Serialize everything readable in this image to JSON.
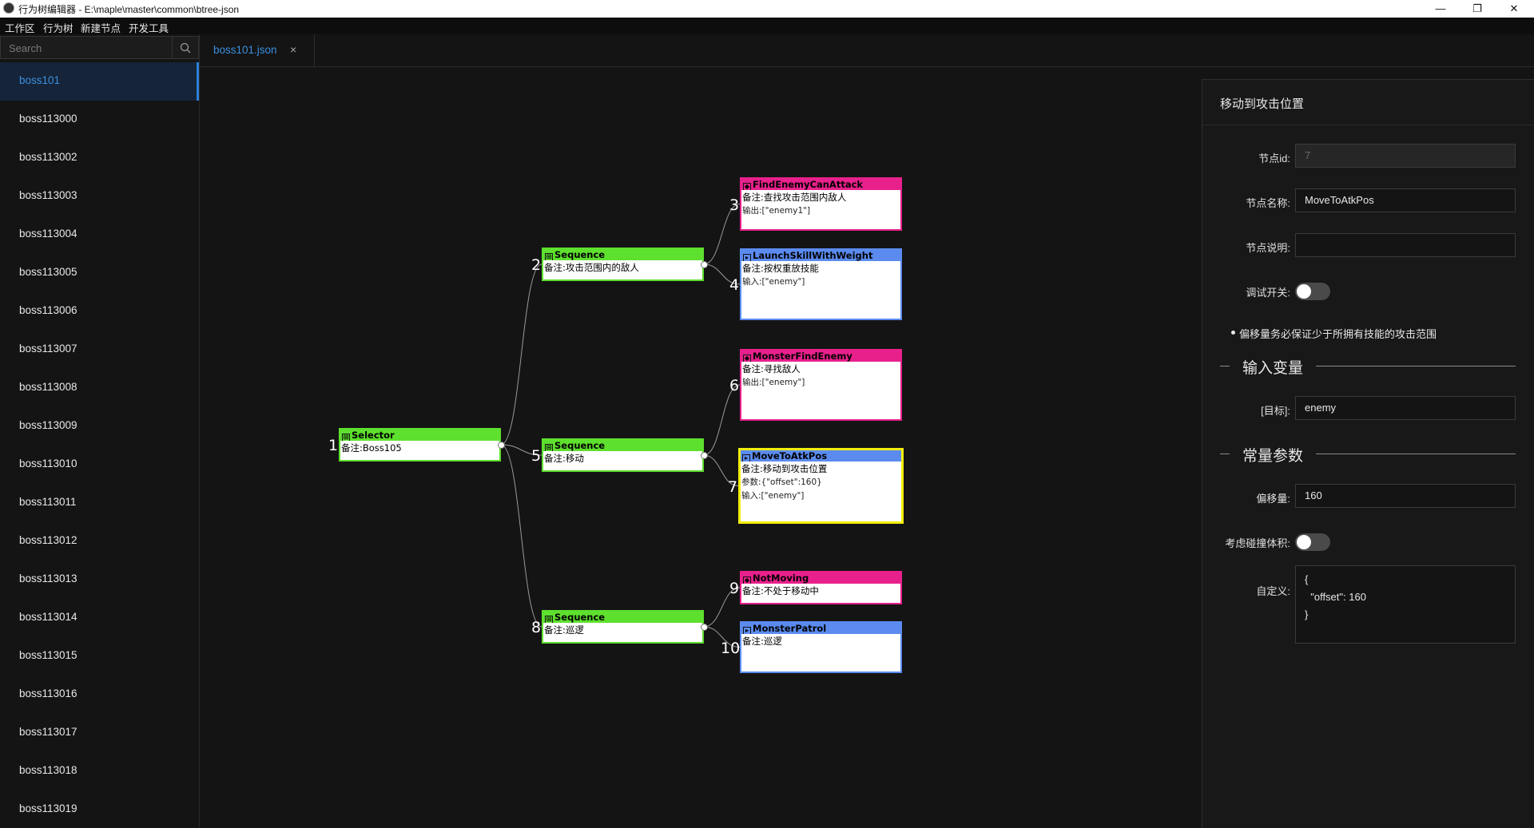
{
  "window": {
    "title": "行为树编辑器 - E:\\maple\\master\\common\\btree-json",
    "controls": {
      "minimize": "—",
      "maximize": "❐",
      "close": "✕"
    }
  },
  "menu": [
    "工作区",
    "行为树",
    "新建节点",
    "开发工具"
  ],
  "sidebar": {
    "search_placeholder": "Search",
    "items": [
      "boss101",
      "boss113000",
      "boss113002",
      "boss113003",
      "boss113004",
      "boss113005",
      "boss113006",
      "boss113007",
      "boss113008",
      "boss113009",
      "boss113010",
      "boss113011",
      "boss113012",
      "boss113013",
      "boss113014",
      "boss113015",
      "boss113016",
      "boss113017",
      "boss113018",
      "boss113019"
    ],
    "active_index": 0
  },
  "tabs": [
    {
      "label": "boss101.json",
      "close": "×"
    }
  ],
  "tree": {
    "nodes": [
      {
        "id": "1",
        "kind": "composite",
        "name": "Selector",
        "lines": [
          "备注:Boss105"
        ]
      },
      {
        "id": "2",
        "kind": "composite",
        "name": "Sequence",
        "lines": [
          "备注:攻击范围内的敌人"
        ]
      },
      {
        "id": "3",
        "kind": "condition",
        "name": "FindEnemyCanAttack",
        "lines": [
          "备注:查找攻击范围内敌人",
          "输出:[\"enemy1\"]"
        ]
      },
      {
        "id": "4",
        "kind": "action",
        "name": "LaunchSkillWithWeight",
        "lines": [
          "备注:按权重放技能",
          "输入:[\"enemy\"]"
        ]
      },
      {
        "id": "5",
        "kind": "composite",
        "name": "Sequence",
        "lines": [
          "备注:移动"
        ]
      },
      {
        "id": "6",
        "kind": "condition",
        "name": "MonsterFindEnemy",
        "lines": [
          "备注:寻找敌人",
          "输出:[\"enemy\"]"
        ]
      },
      {
        "id": "7",
        "kind": "action",
        "name": "MoveToAtkPos",
        "lines": [
          "备注:移动到攻击位置",
          "参数:{\"offset\":160}",
          "输入:[\"enemy\"]"
        ],
        "selected": true
      },
      {
        "id": "8",
        "kind": "composite",
        "name": "Sequence",
        "lines": [
          "备注:巡逻"
        ]
      },
      {
        "id": "9",
        "kind": "condition",
        "name": "NotMoving",
        "lines": [
          "备注:不处于移动中"
        ]
      },
      {
        "id": "10",
        "kind": "action",
        "name": "MonsterPatrol",
        "lines": [
          "备注:巡逻"
        ]
      }
    ],
    "colors": {
      "composite": "#5ee02e",
      "condition": "#e8208c",
      "action": "#5b8bef",
      "selected": "#f2ee0c"
    }
  },
  "properties": {
    "title": "移动到攻击位置",
    "node_id_label": "节点id:",
    "node_id": "7",
    "node_name_label": "节点名称:",
    "node_name": "MoveToAtkPos",
    "node_desc_label": "节点说明:",
    "node_desc": "",
    "debug_label": "调试开关:",
    "debug_on": false,
    "tip": "偏移量务必保证少于所拥有技能的攻击范围",
    "input_section": "输入变量",
    "target_label": "[目标]:",
    "target_value": "enemy",
    "const_section": "常量参数",
    "offset_label": "偏移量:",
    "offset_value": "160",
    "collision_label": "考虑碰撞体积:",
    "collision_on": false,
    "custom_label": "自定义:",
    "custom_value": "{\n  \"offset\": 160\n}"
  }
}
